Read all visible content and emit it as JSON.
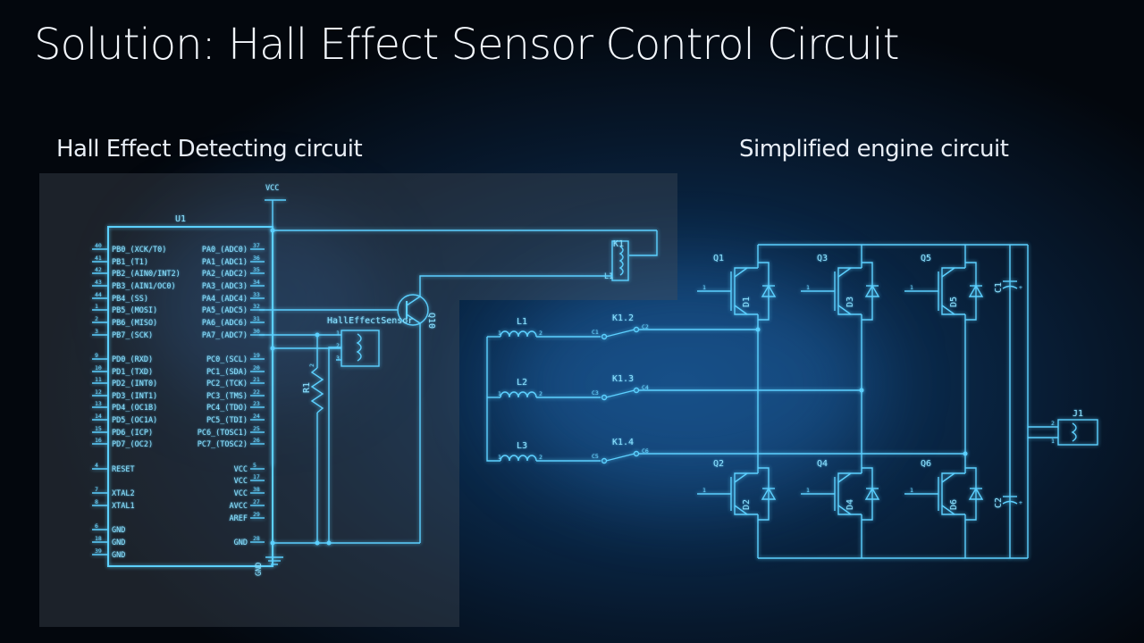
{
  "slide": {
    "title": "Solution: Hall Effect Sensor Control Circuit",
    "left_caption": "Hall Effect Detecting circuit",
    "right_caption": "Simplified engine circuit"
  },
  "colors": {
    "wire": "#5cd0ff",
    "text": "#8fe2ff",
    "title": "#f2f6fb"
  },
  "mcu": {
    "ref": "U1",
    "supply": "VCC",
    "ground": "GND",
    "left_pins": [
      {
        "num": "40",
        "name": "PB0_(XCK/T0)"
      },
      {
        "num": "41",
        "name": "PB1_(T1)"
      },
      {
        "num": "42",
        "name": "PB2_(AIN0/INT2)"
      },
      {
        "num": "43",
        "name": "PB3_(AIN1/OC0)"
      },
      {
        "num": "44",
        "name": "PB4_(SS)"
      },
      {
        "num": "1",
        "name": "PB5_(MOSI)"
      },
      {
        "num": "2",
        "name": "PB6_(MISO)"
      },
      {
        "num": "3",
        "name": "PB7_(SCK)"
      },
      {
        "num": "9",
        "name": "PD0_(RXD)"
      },
      {
        "num": "10",
        "name": "PD1_(TXD)"
      },
      {
        "num": "11",
        "name": "PD2_(INT0)"
      },
      {
        "num": "12",
        "name": "PD3_(INT1)"
      },
      {
        "num": "13",
        "name": "PD4_(OC1B)"
      },
      {
        "num": "14",
        "name": "PD5_(OC1A)"
      },
      {
        "num": "15",
        "name": "PD6_(ICP)"
      },
      {
        "num": "16",
        "name": "PD7_(OC2)"
      },
      {
        "num": "4",
        "name": "RESET"
      },
      {
        "num": "7",
        "name": "XTAL2"
      },
      {
        "num": "8",
        "name": "XTAL1"
      },
      {
        "num": "6",
        "name": "GND"
      },
      {
        "num": "18",
        "name": "GND"
      },
      {
        "num": "39",
        "name": "GND"
      }
    ],
    "right_pins": [
      {
        "num": "37",
        "name": "PA0_(ADC0)"
      },
      {
        "num": "36",
        "name": "PA1_(ADC1)"
      },
      {
        "num": "35",
        "name": "PA2_(ADC2)"
      },
      {
        "num": "34",
        "name": "PA3_(ADC3)"
      },
      {
        "num": "33",
        "name": "PA4_(ADC4)"
      },
      {
        "num": "32",
        "name": "PA5_(ADC5)"
      },
      {
        "num": "31",
        "name": "PA6_(ADC6)"
      },
      {
        "num": "30",
        "name": "PA7_(ADC7)"
      },
      {
        "num": "19",
        "name": "PC0_(SCL)"
      },
      {
        "num": "20",
        "name": "PC1_(SDA)"
      },
      {
        "num": "21",
        "name": "PC2_(TCK)"
      },
      {
        "num": "22",
        "name": "PC3_(TMS)"
      },
      {
        "num": "23",
        "name": "PC4_(TDO)"
      },
      {
        "num": "24",
        "name": "PC5_(TDI)"
      },
      {
        "num": "25",
        "name": "PC6_(TOSC1)"
      },
      {
        "num": "26",
        "name": "PC7_(TOSC2)"
      },
      {
        "num": "5",
        "name": "VCC"
      },
      {
        "num": "17",
        "name": "VCC"
      },
      {
        "num": "38",
        "name": "VCC"
      },
      {
        "num": "27",
        "name": "AVCC"
      },
      {
        "num": "29",
        "name": "AREF"
      },
      {
        "num": "28",
        "name": "GND"
      }
    ]
  },
  "detect_parts": {
    "relay_coil": "K1",
    "relay_pin": "L1",
    "transistor": "Q10",
    "sensor": "HallEffectSensor",
    "resistor": "R1",
    "resistor_pin": "2"
  },
  "engine": {
    "inductors": [
      "L1",
      "L2",
      "L3"
    ],
    "contacts": [
      {
        "ref": "K1.2",
        "in": "C1",
        "out": "C2"
      },
      {
        "ref": "K1.3",
        "in": "C3",
        "out": "C4"
      },
      {
        "ref": "K1.4",
        "in": "C5",
        "out": "C6"
      }
    ],
    "switches_top": [
      {
        "q": "Q1",
        "d": "D1"
      },
      {
        "q": "Q3",
        "d": "D3"
      },
      {
        "q": "Q5",
        "d": "D5"
      }
    ],
    "switches_bottom": [
      {
        "q": "Q2",
        "d": "D2"
      },
      {
        "q": "Q4",
        "d": "D4"
      },
      {
        "q": "Q6",
        "d": "D6"
      }
    ],
    "capacitors": [
      "C1",
      "C2"
    ],
    "connector": "J1"
  }
}
